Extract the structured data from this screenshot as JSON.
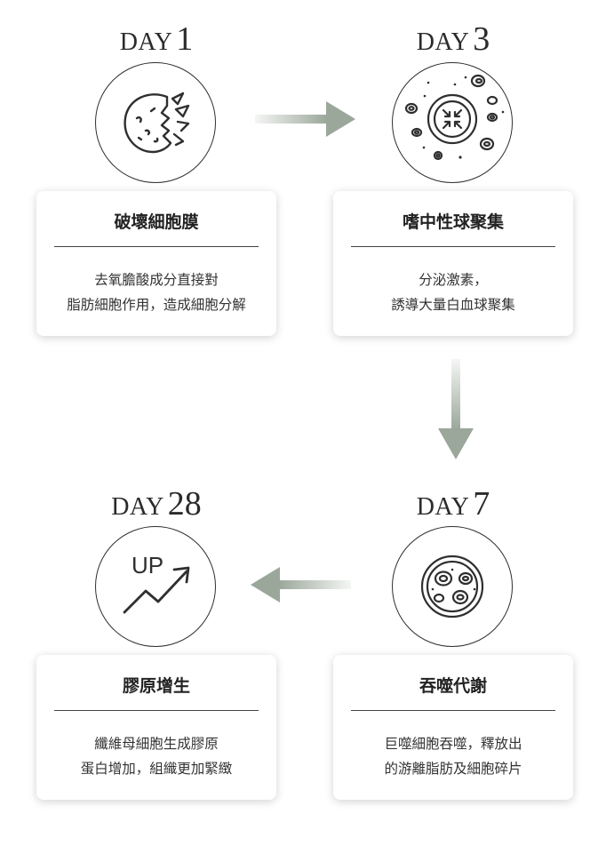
{
  "steps": [
    {
      "day_word": "DAY",
      "day_number": "1",
      "title": "破壞細胞膜",
      "desc_line1": "去氧膽酸成分直接對",
      "desc_line2": "脂肪細胞作用，造成細胞分解",
      "icon": "broken-cell-icon"
    },
    {
      "day_word": "DAY",
      "day_number": "3",
      "title": "嗜中性球聚集",
      "desc_line1": "分泌激素，",
      "desc_line2": "誘導大量白血球聚集",
      "icon": "neutrophil-gathering-icon"
    },
    {
      "day_word": "DAY",
      "day_number": "7",
      "title": "吞噬代謝",
      "desc_line1": "巨噬細胞吞噬，釋放出",
      "desc_line2": "的游離脂肪及細胞碎片",
      "icon": "phagocytosis-icon"
    },
    {
      "day_word": "DAY",
      "day_number": "28",
      "title": "膠原增生",
      "desc_line1": "纖維母細胞生成膠原",
      "desc_line2": "蛋白增加，組織更加緊緻",
      "icon": "up-trend-icon",
      "icon_text": "UP"
    }
  ],
  "colors": {
    "arrow_fill": "#9aa79a",
    "line": "#2f2f2f",
    "card_bg": "#ffffff"
  }
}
